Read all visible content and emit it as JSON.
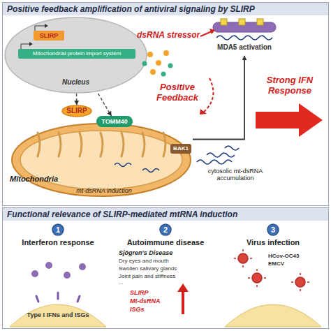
{
  "diagram": {
    "nodes": [
      {
        "text": [
          "Positive feedback amplification of antiviral signaling by SLIRP"
        ]
      },
      {
        "text": [
          "Nucleus"
        ],
        "in": 0
      },
      {
        "text": [
          "SLIRP"
        ],
        "in": 1
      },
      {
        "text": [
          "Mitochondrial protein import system"
        ],
        "in": 1
      },
      {
        "text": [
          "MDA5 activation"
        ],
        "in": 0
      },
      {
        "text": [
          "SLIRP"
        ],
        "in": 0
      },
      {
        "text": [
          "TOMM40"
        ],
        "in": 0
      },
      {
        "text": [
          "Mitochondria",
          "mt-dsRNA induction"
        ],
        "in": 0
      },
      {
        "text": [
          "BAK1"
        ],
        "in": 0
      },
      {
        "text": [
          "Functional relevance of SLIRP-mediated mtRNA induction"
        ]
      },
      {
        "text": [
          "Interferon response"
        ],
        "in": 9
      },
      {
        "text": [
          "1"
        ],
        "in": 10
      },
      {
        "text": [
          "Autoimmune disease"
        ],
        "in": 9
      },
      {
        "text": [
          "2"
        ],
        "in": 12
      },
      {
        "text": [
          "Virus infection"
        ],
        "in": 9
      },
      {
        "text": [
          "3"
        ],
        "in": 14
      }
    ],
    "edges": [
      {
        "from": 1,
        "to": 5,
        "arrow": "to"
      },
      {
        "from": 1,
        "to": 6,
        "arrow": "to"
      },
      {
        "from": 7,
        "to": 4,
        "arrow": "to"
      }
    ],
    "labels": [
      "dsRNA stressor",
      "Positive Feedback",
      "Strong IFN Response",
      "cytosolic mt-dsRNA accumulation",
      "Type I IFNs and ISGs",
      "Sjögren's Disease",
      "Dry eyes and mouth",
      "Swollen salivary glands",
      "Joint pain and stiffness",
      "...",
      "SLIRP",
      "Mt-dsRNA",
      "ISGs",
      "HCov-OC43",
      "EMCV"
    ]
  }
}
